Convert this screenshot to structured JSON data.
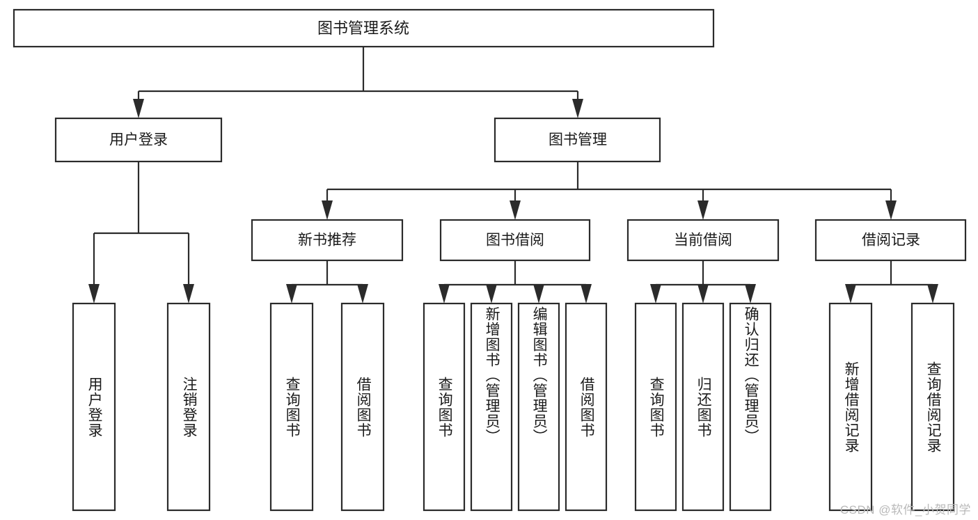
{
  "diagram": {
    "type": "tree-hierarchy",
    "title": "图书管理系统",
    "orientation": "top-down",
    "root": {
      "id": "root",
      "label": "图书管理系统"
    },
    "level2": [
      {
        "id": "user-login",
        "label": "用户登录"
      },
      {
        "id": "book-manage",
        "label": "图书管理"
      }
    ],
    "level3": [
      {
        "id": "new-book-recommend",
        "label": "新书推荐",
        "parent": "book-manage"
      },
      {
        "id": "book-borrow",
        "label": "图书借阅",
        "parent": "book-manage"
      },
      {
        "id": "current-borrow",
        "label": "当前借阅",
        "parent": "book-manage"
      },
      {
        "id": "borrow-record",
        "label": "借阅记录",
        "parent": "book-manage"
      }
    ],
    "leaves": [
      {
        "id": "leaf-user-login",
        "label": "用户登录",
        "parent": "user-login"
      },
      {
        "id": "leaf-user-logout",
        "label": "注销登录",
        "parent": "user-login"
      },
      {
        "id": "leaf-rec-query-book",
        "label": "查询图书",
        "parent": "new-book-recommend"
      },
      {
        "id": "leaf-rec-borrow-book",
        "label": "借阅图书",
        "parent": "new-book-recommend"
      },
      {
        "id": "leaf-borrow-query-book",
        "label": "查询图书",
        "parent": "book-borrow"
      },
      {
        "id": "leaf-borrow-add-book",
        "label": "新增图书（管理员）",
        "parent": "book-borrow"
      },
      {
        "id": "leaf-borrow-edit-book",
        "label": "编辑图书（管理员）",
        "parent": "book-borrow"
      },
      {
        "id": "leaf-borrow-borrow-book",
        "label": "借阅图书",
        "parent": "book-borrow"
      },
      {
        "id": "leaf-current-query-book",
        "label": "查询图书",
        "parent": "current-borrow"
      },
      {
        "id": "leaf-current-return-book",
        "label": "归还图书",
        "parent": "current-borrow"
      },
      {
        "id": "leaf-current-confirm-return",
        "label": "确认归还（管理员）",
        "parent": "current-borrow"
      },
      {
        "id": "leaf-record-add",
        "label": "新增借阅记录",
        "parent": "borrow-record"
      },
      {
        "id": "leaf-record-query",
        "label": "查询借阅记录",
        "parent": "borrow-record"
      }
    ],
    "watermark": "CSDN @软件_小贺同学",
    "colors": {
      "stroke": "#2b2b2b",
      "fill": "#ffffff",
      "text": "#1a1a1a",
      "watermark": "#b9b9b9"
    }
  }
}
